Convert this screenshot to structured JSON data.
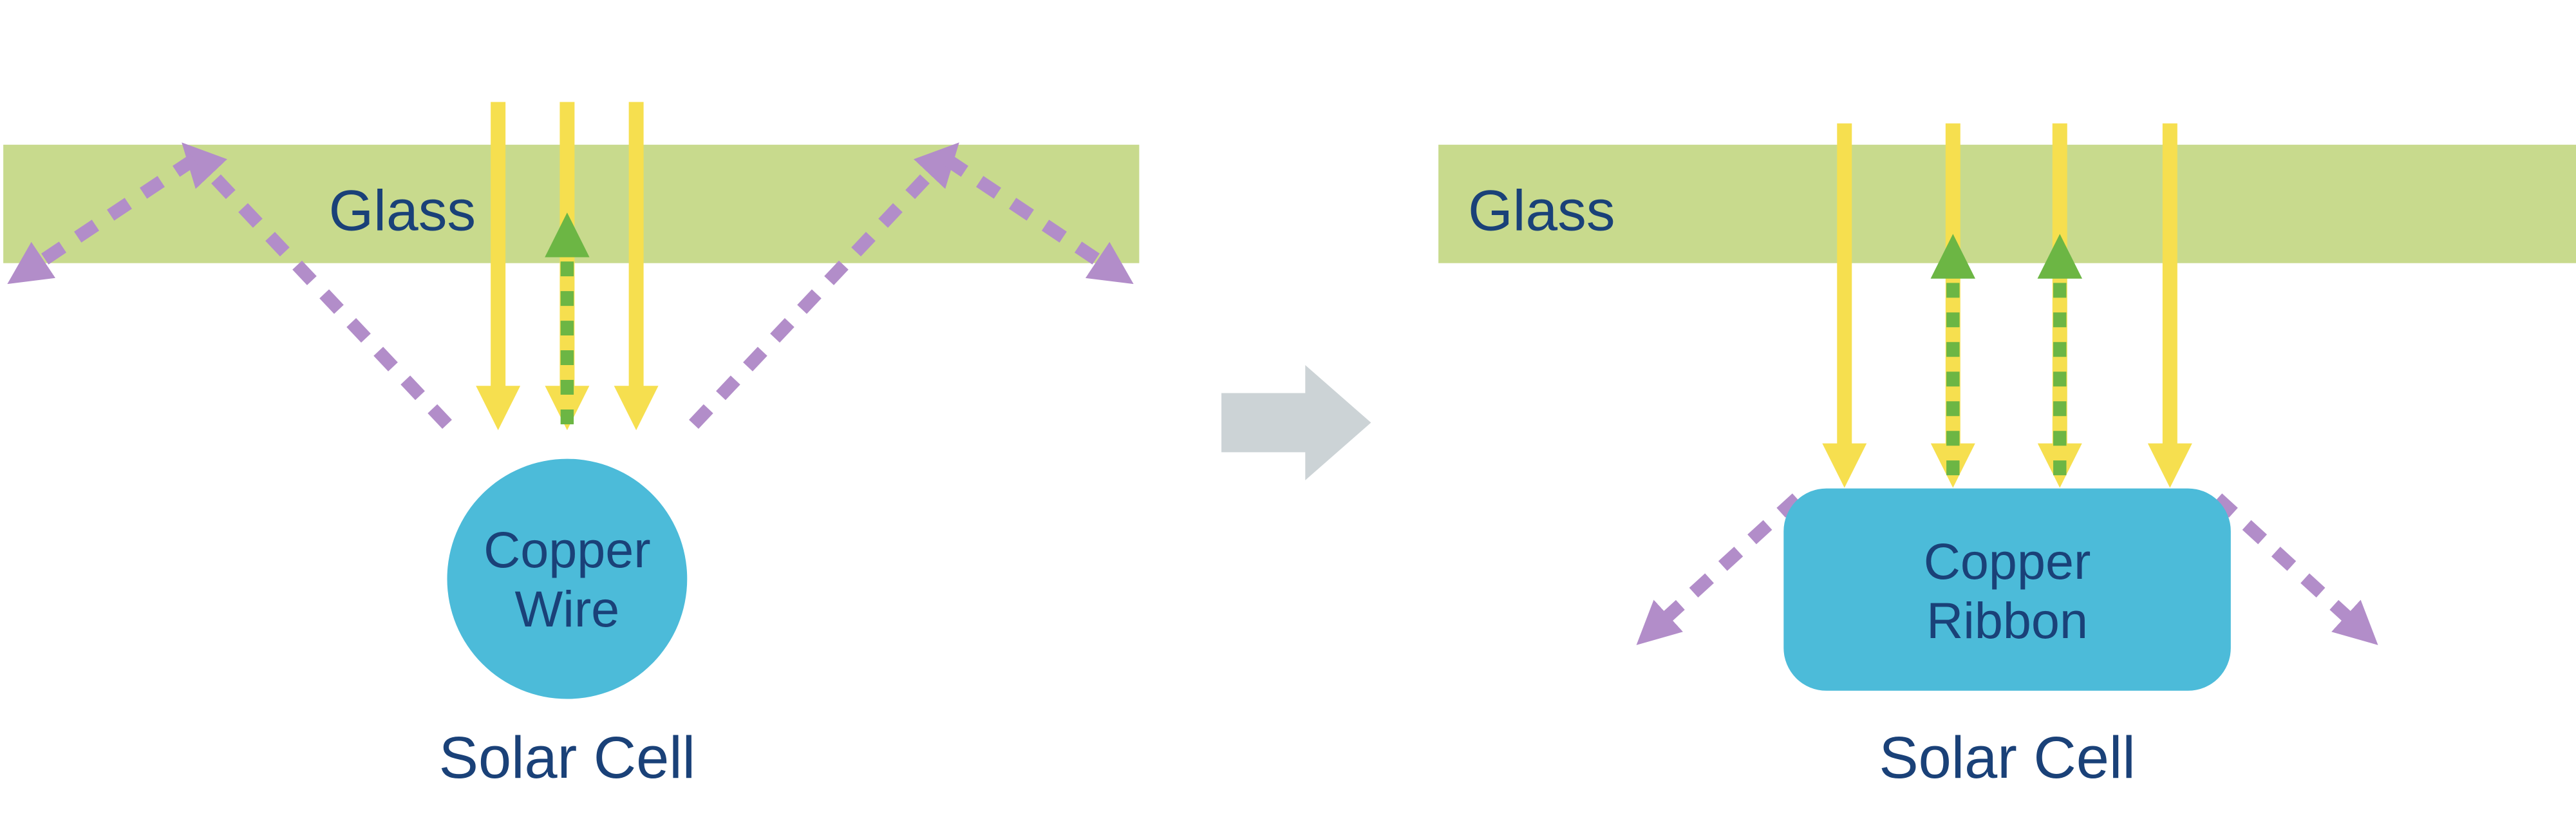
{
  "colors": {
    "glass": "#c8da8d",
    "sunlight": "#f6df4f",
    "reflected_light": "#6cb644",
    "scattered_light": "#b28dc9",
    "copper_component": "#4cbbd9",
    "transition_arrow": "#ccd3d6",
    "label_text": "#1a4178"
  },
  "left_panel": {
    "glass_label": "Glass",
    "component_label_line1": "Copper",
    "component_label_line2": "Wire",
    "solar_cell_label": "Solar Cell"
  },
  "right_panel": {
    "glass_label": "Glass",
    "component_label_line1": "Copper",
    "component_label_line2": "Ribbon",
    "solar_cell_label": "Solar Cell"
  }
}
